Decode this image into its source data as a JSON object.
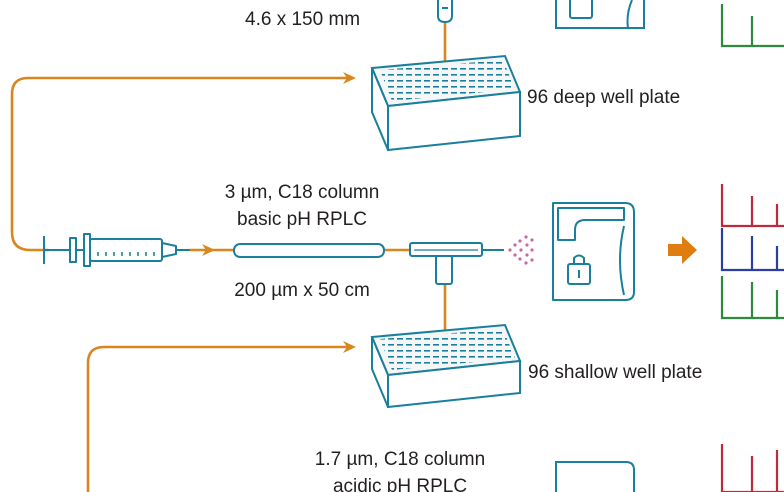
{
  "labels": {
    "top_dimension": "4.6 x 150 mm",
    "deep_plate": "96 deep well plate",
    "column_particle": "3 µm, C18 column",
    "column_mode": "basic pH RPLC",
    "column_dimension": "200 µm x 50 cm",
    "shallow_plate": "96 shallow well plate",
    "bottom_particle": "1.7 µm, C18 column",
    "bottom_mode_partial": "acidic pH RPLC"
  },
  "colors": {
    "tubing": "#d9861e",
    "outline": "#1a7f9c",
    "plate_fill": "#f4f6f7",
    "arrow": "#e07d10",
    "spray": "#c86aa0",
    "trace_green": "#2e8b3e",
    "trace_red": "#c0283c",
    "trace_blue": "#2b3f9c"
  },
  "icons": [
    "syringe-icon",
    "check-valve-icon",
    "capillary-column-icon",
    "tee-union-icon",
    "electrospray-icon",
    "mass-spectrometer-icon",
    "output-arrow-icon",
    "chromatogram-trace-icon",
    "well-plate-icon"
  ]
}
